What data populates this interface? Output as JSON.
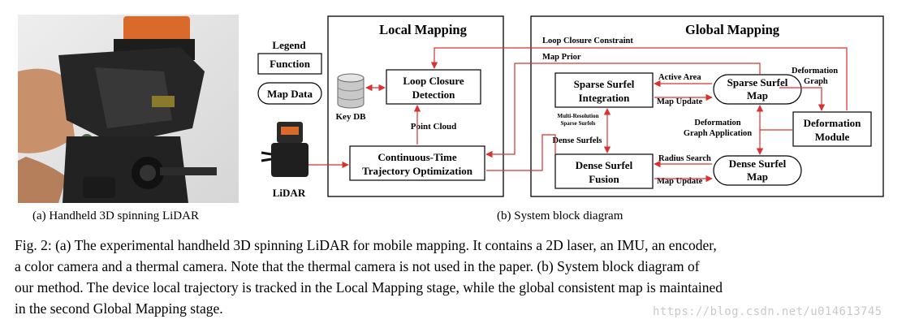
{
  "legend": {
    "title": "Legend",
    "function": "Function",
    "map_data": "Map Data"
  },
  "local": {
    "title": "Local Mapping",
    "key_db": "Key DB",
    "loop_closure": [
      "Loop Closure",
      "Detection"
    ],
    "point_cloud": "Point Cloud",
    "ct_opt": [
      "Continuous-Time",
      "Trajectory Optimization"
    ],
    "lidar": "LiDAR"
  },
  "global": {
    "title": "Global Mapping",
    "lcc": "Loop Closure Constraint",
    "map_prior": "Map Prior",
    "sparse_integration": [
      "Sparse Surfel",
      "Integration"
    ],
    "active_area": "Active Area",
    "map_update_1": "Map Update",
    "sparse_map": [
      "Sparse Surfel",
      "Map"
    ],
    "deformation_graph": [
      "Deformation",
      "Graph"
    ],
    "deformation_module": [
      "Deformation",
      "Module"
    ],
    "deformation_graph_app": [
      "Deformation",
      "Graph Application"
    ],
    "multi_res": [
      "Multi-Resolution",
      "Sparse Surfels"
    ],
    "dense_surfels": "Dense Surfels",
    "dense_fusion": [
      "Dense Surfel",
      "Fusion"
    ],
    "radius_search": "Radius Search",
    "map_update_2": "Map Update",
    "dense_map": [
      "Dense Surfel",
      "Map"
    ]
  },
  "captions": {
    "a": "(a) Handheld 3D spinning LiDAR",
    "b": "(b) System block diagram",
    "fig_lines": [
      "Fig. 2: (a) The experimental handheld 3D spinning LiDAR for mobile mapping. It contains a 2D laser, an IMU, an encoder,",
      "a color camera and a thermal camera. Note that the thermal camera is not used in the paper. (b) System block diagram of",
      "our method. The device local trajectory is tracked in the Local Mapping stage, while the global consistent map is maintained",
      "in the second Global Mapping stage."
    ]
  },
  "watermark": "https://blog.csdn.net/u014613745",
  "colors": {
    "arrow": "#d93030",
    "box_stroke": "#000000"
  }
}
